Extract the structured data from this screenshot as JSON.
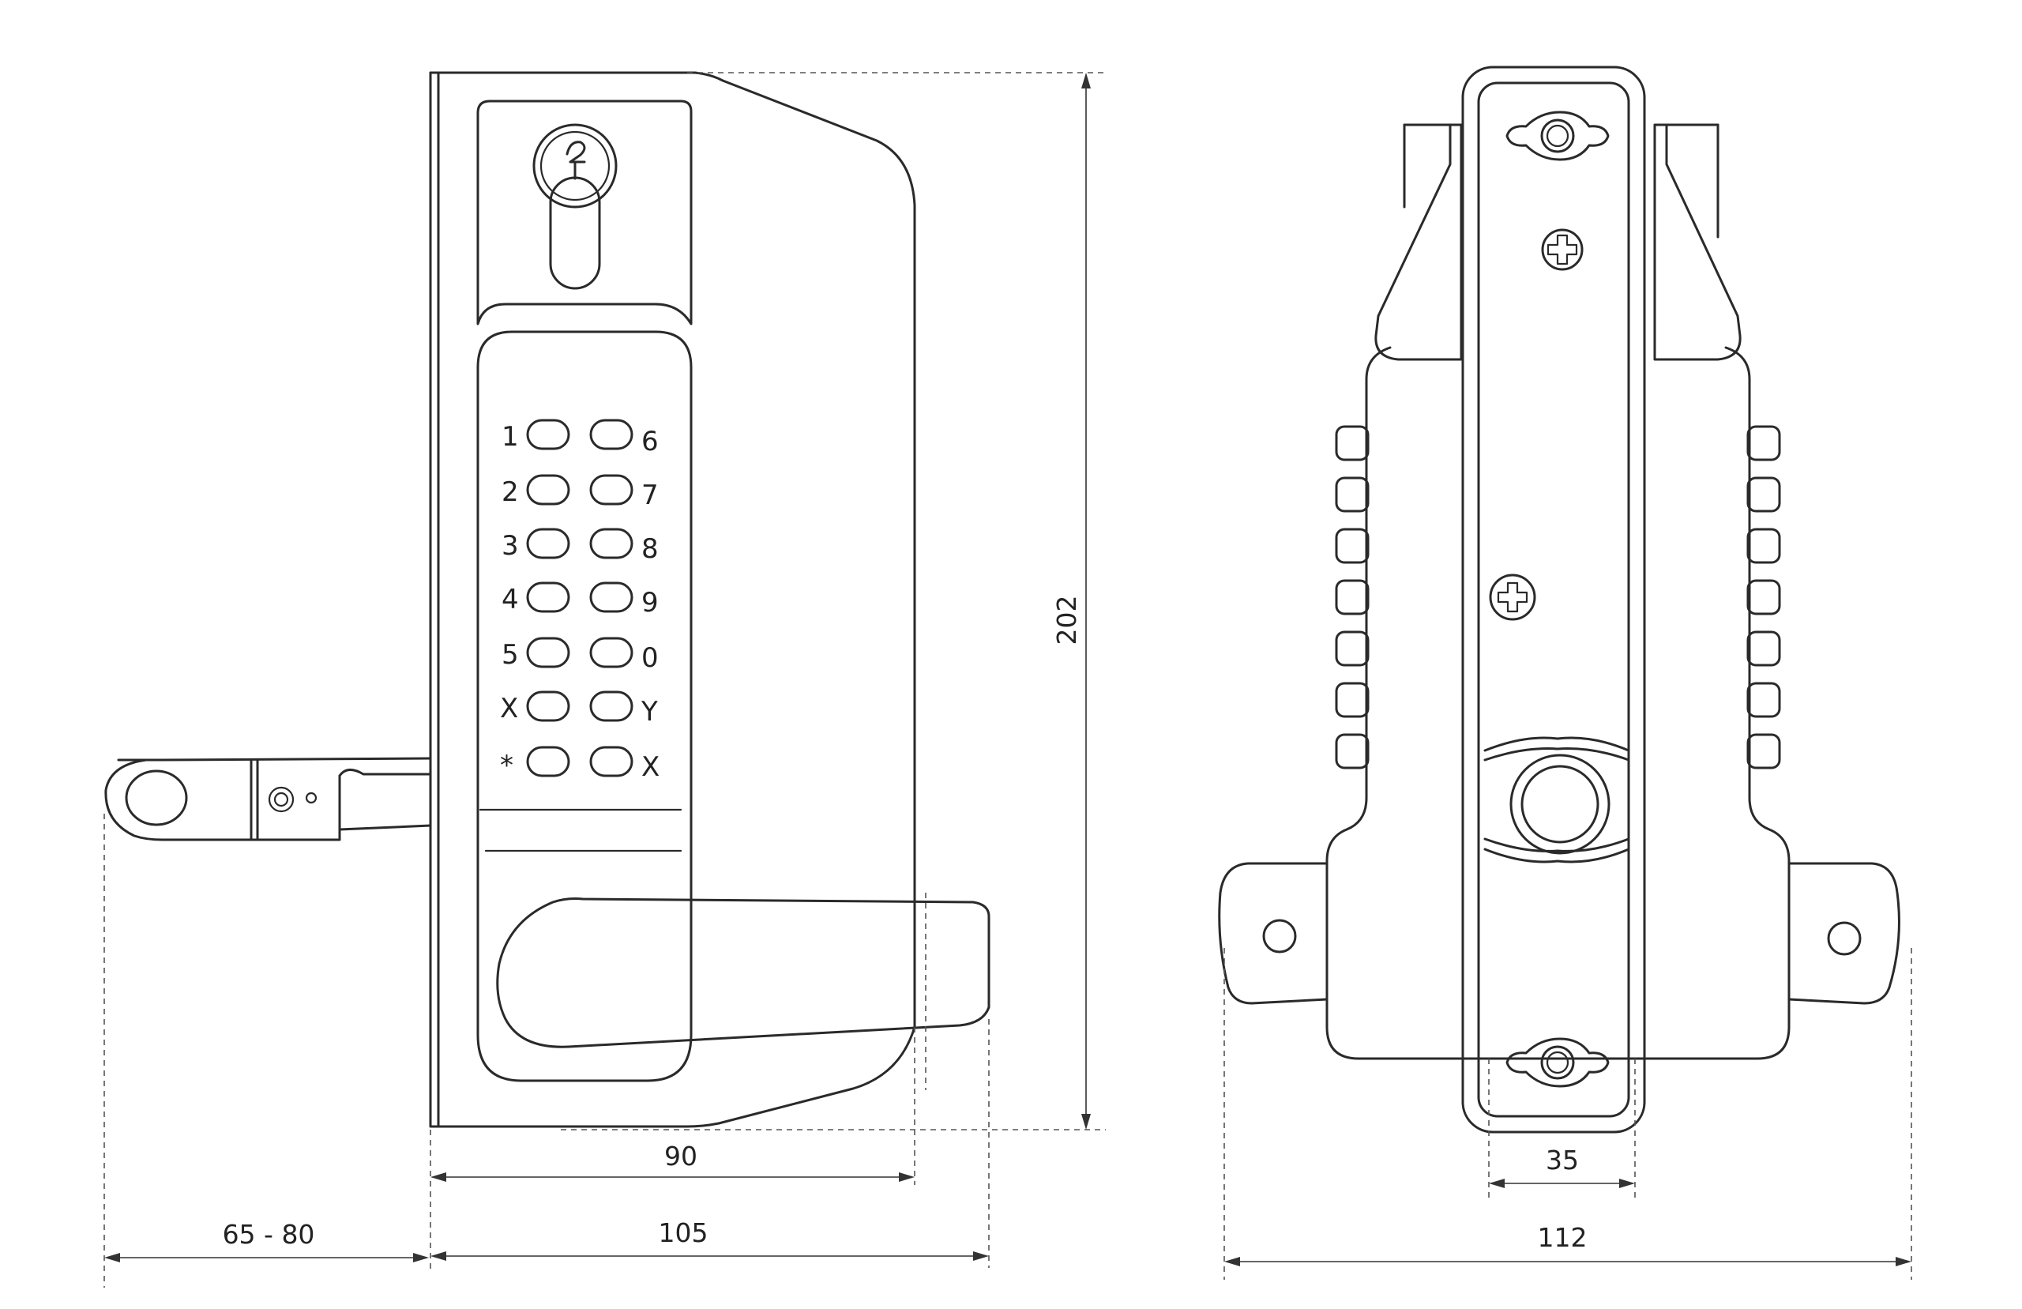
{
  "keypad": {
    "left_column": [
      "1",
      "2",
      "3",
      "4",
      "5",
      "X",
      "*"
    ],
    "right_column": [
      "6",
      "7",
      "8",
      "9",
      "0",
      "Y",
      "X"
    ]
  },
  "dimensions": {
    "height": "202",
    "inner_width": "90",
    "overall_width": "105",
    "gate_range": "65 - 80",
    "plate_width": "35",
    "back_width": "112"
  }
}
